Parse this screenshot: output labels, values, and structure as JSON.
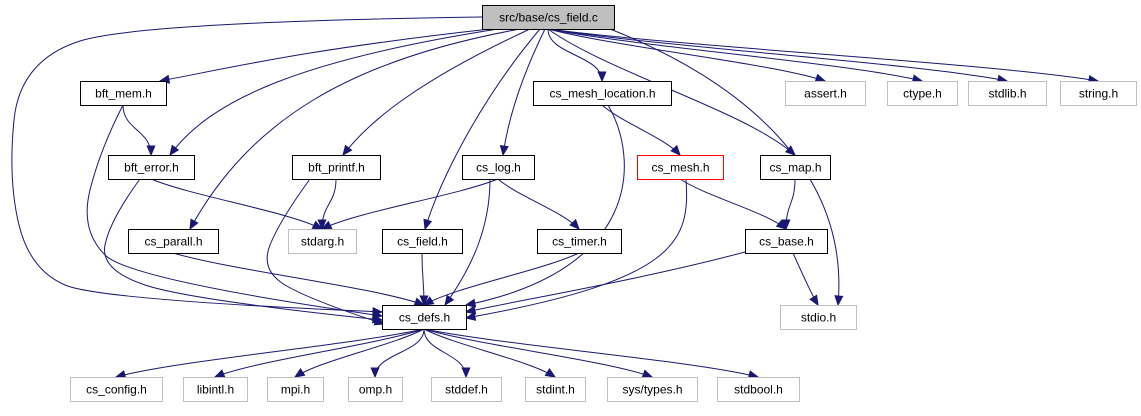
{
  "colors": {
    "edge": "#191970",
    "node_border": "#000000",
    "external_border": "#bfbfbf",
    "highlight_border": "#ff0000",
    "root_fill": "#bfbfbf"
  },
  "nodes": [
    {
      "id": "root",
      "label": "src/base/cs_field.c",
      "kind": "root"
    },
    {
      "id": "bft_mem",
      "label": "bft_mem.h",
      "kind": "normal"
    },
    {
      "id": "cs_mesh_location",
      "label": "cs_mesh_location.h",
      "kind": "normal"
    },
    {
      "id": "assert",
      "label": "assert.h",
      "kind": "external"
    },
    {
      "id": "ctype",
      "label": "ctype.h",
      "kind": "external"
    },
    {
      "id": "stdlib",
      "label": "stdlib.h",
      "kind": "external"
    },
    {
      "id": "string",
      "label": "string.h",
      "kind": "external"
    },
    {
      "id": "bft_error",
      "label": "bft_error.h",
      "kind": "normal"
    },
    {
      "id": "bft_printf",
      "label": "bft_printf.h",
      "kind": "normal"
    },
    {
      "id": "cs_log",
      "label": "cs_log.h",
      "kind": "normal"
    },
    {
      "id": "cs_mesh",
      "label": "cs_mesh.h",
      "kind": "highlight"
    },
    {
      "id": "cs_map",
      "label": "cs_map.h",
      "kind": "normal"
    },
    {
      "id": "cs_parall",
      "label": "cs_parall.h",
      "kind": "normal"
    },
    {
      "id": "stdarg",
      "label": "stdarg.h",
      "kind": "external"
    },
    {
      "id": "cs_field",
      "label": "cs_field.h",
      "kind": "normal"
    },
    {
      "id": "cs_timer",
      "label": "cs_timer.h",
      "kind": "normal"
    },
    {
      "id": "cs_base",
      "label": "cs_base.h",
      "kind": "normal"
    },
    {
      "id": "cs_defs",
      "label": "cs_defs.h",
      "kind": "normal"
    },
    {
      "id": "stdio",
      "label": "stdio.h",
      "kind": "external"
    },
    {
      "id": "cs_config",
      "label": "cs_config.h",
      "kind": "external"
    },
    {
      "id": "libintl",
      "label": "libintl.h",
      "kind": "external"
    },
    {
      "id": "mpi",
      "label": "mpi.h",
      "kind": "external"
    },
    {
      "id": "omp",
      "label": "omp.h",
      "kind": "external"
    },
    {
      "id": "stddef",
      "label": "stddef.h",
      "kind": "external"
    },
    {
      "id": "stdint",
      "label": "stdint.h",
      "kind": "external"
    },
    {
      "id": "systypes",
      "label": "sys/types.h",
      "kind": "external"
    },
    {
      "id": "stdbool",
      "label": "stdbool.h",
      "kind": "external"
    }
  ],
  "edges": [
    {
      "from": "root",
      "to": "bft_mem"
    },
    {
      "from": "root",
      "to": "bft_error"
    },
    {
      "from": "root",
      "to": "cs_parall"
    },
    {
      "from": "root",
      "to": "bft_printf"
    },
    {
      "from": "root",
      "to": "cs_field"
    },
    {
      "from": "root",
      "to": "cs_log"
    },
    {
      "from": "root",
      "to": "cs_mesh_location"
    },
    {
      "from": "root",
      "to": "cs_map"
    },
    {
      "from": "root",
      "to": "assert"
    },
    {
      "from": "root",
      "to": "ctype"
    },
    {
      "from": "root",
      "to": "stdlib"
    },
    {
      "from": "root",
      "to": "string"
    },
    {
      "from": "root",
      "to": "stdio"
    },
    {
      "from": "root",
      "to": "cs_defs"
    },
    {
      "from": "bft_mem",
      "to": "bft_error"
    },
    {
      "from": "bft_mem",
      "to": "cs_defs"
    },
    {
      "from": "bft_error",
      "to": "stdarg"
    },
    {
      "from": "bft_error",
      "to": "cs_defs"
    },
    {
      "from": "bft_printf",
      "to": "stdarg"
    },
    {
      "from": "bft_printf",
      "to": "cs_defs"
    },
    {
      "from": "cs_log",
      "to": "stdarg"
    },
    {
      "from": "cs_log",
      "to": "cs_timer"
    },
    {
      "from": "cs_log",
      "to": "cs_defs"
    },
    {
      "from": "cs_mesh_location",
      "to": "cs_mesh"
    },
    {
      "from": "cs_mesh_location",
      "to": "cs_defs"
    },
    {
      "from": "cs_mesh",
      "to": "cs_base"
    },
    {
      "from": "cs_mesh",
      "to": "cs_defs"
    },
    {
      "from": "cs_map",
      "to": "cs_base"
    },
    {
      "from": "cs_parall",
      "to": "cs_defs"
    },
    {
      "from": "cs_field",
      "to": "cs_defs"
    },
    {
      "from": "cs_timer",
      "to": "cs_defs"
    },
    {
      "from": "cs_base",
      "to": "cs_defs"
    },
    {
      "from": "cs_base",
      "to": "stdio"
    },
    {
      "from": "cs_defs",
      "to": "cs_config"
    },
    {
      "from": "cs_defs",
      "to": "libintl"
    },
    {
      "from": "cs_defs",
      "to": "mpi"
    },
    {
      "from": "cs_defs",
      "to": "omp"
    },
    {
      "from": "cs_defs",
      "to": "stddef"
    },
    {
      "from": "cs_defs",
      "to": "stdint"
    },
    {
      "from": "cs_defs",
      "to": "systypes"
    },
    {
      "from": "cs_defs",
      "to": "stdbool"
    }
  ]
}
